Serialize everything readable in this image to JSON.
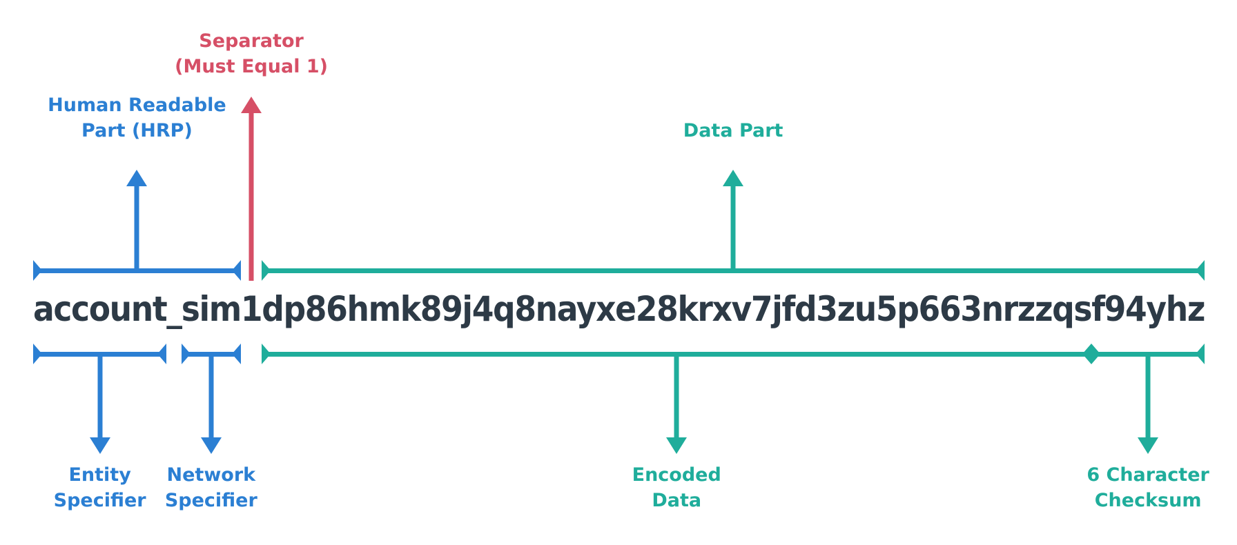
{
  "diagram": {
    "address": {
      "entity": "account",
      "underscore": "_",
      "network": "sim",
      "separator": "1",
      "encoded": "dp86hmk89j4q8nayxe28krxv7jfd3zu5p663nrzzqs",
      "checksum": "f94yhz",
      "full": "account_sim1dp86hmk89j4q8nayxe28krxv7jfd3zu5p663nrzzqsf94yhz"
    },
    "colors": {
      "blue": "#2b7fd3",
      "teal": "#1fad9b",
      "red": "#d64f66",
      "address_text": "#2d3a46",
      "background": "#ffffff"
    },
    "annotations": {
      "top": [
        {
          "id": "hrp",
          "label_lines": [
            "Human Readable",
            "Part (HRP)"
          ],
          "color": "blue",
          "from": "entity",
          "to": "network"
        },
        {
          "id": "separator",
          "label_lines": [
            "Separator",
            "(Must Equal 1)"
          ],
          "color": "red",
          "at": "separator"
        },
        {
          "id": "data-part",
          "label_lines": [
            "Data Part"
          ],
          "color": "teal",
          "from": "encoded",
          "to": "checksum"
        }
      ],
      "bottom": [
        {
          "id": "entity-specifier",
          "label_lines": [
            "Entity",
            "Specifier"
          ],
          "color": "blue",
          "from": "entity",
          "to": "entity"
        },
        {
          "id": "network-specifier",
          "label_lines": [
            "Network",
            "Specifier"
          ],
          "color": "blue",
          "from": "network",
          "to": "network"
        },
        {
          "id": "encoded-data",
          "label_lines": [
            "Encoded",
            "Data"
          ],
          "color": "teal",
          "from": "encoded",
          "to": "encoded"
        },
        {
          "id": "checksum",
          "label_lines": [
            "6 Character",
            "Checksum"
          ],
          "color": "teal",
          "from": "checksum",
          "to": "checksum"
        }
      ]
    }
  }
}
